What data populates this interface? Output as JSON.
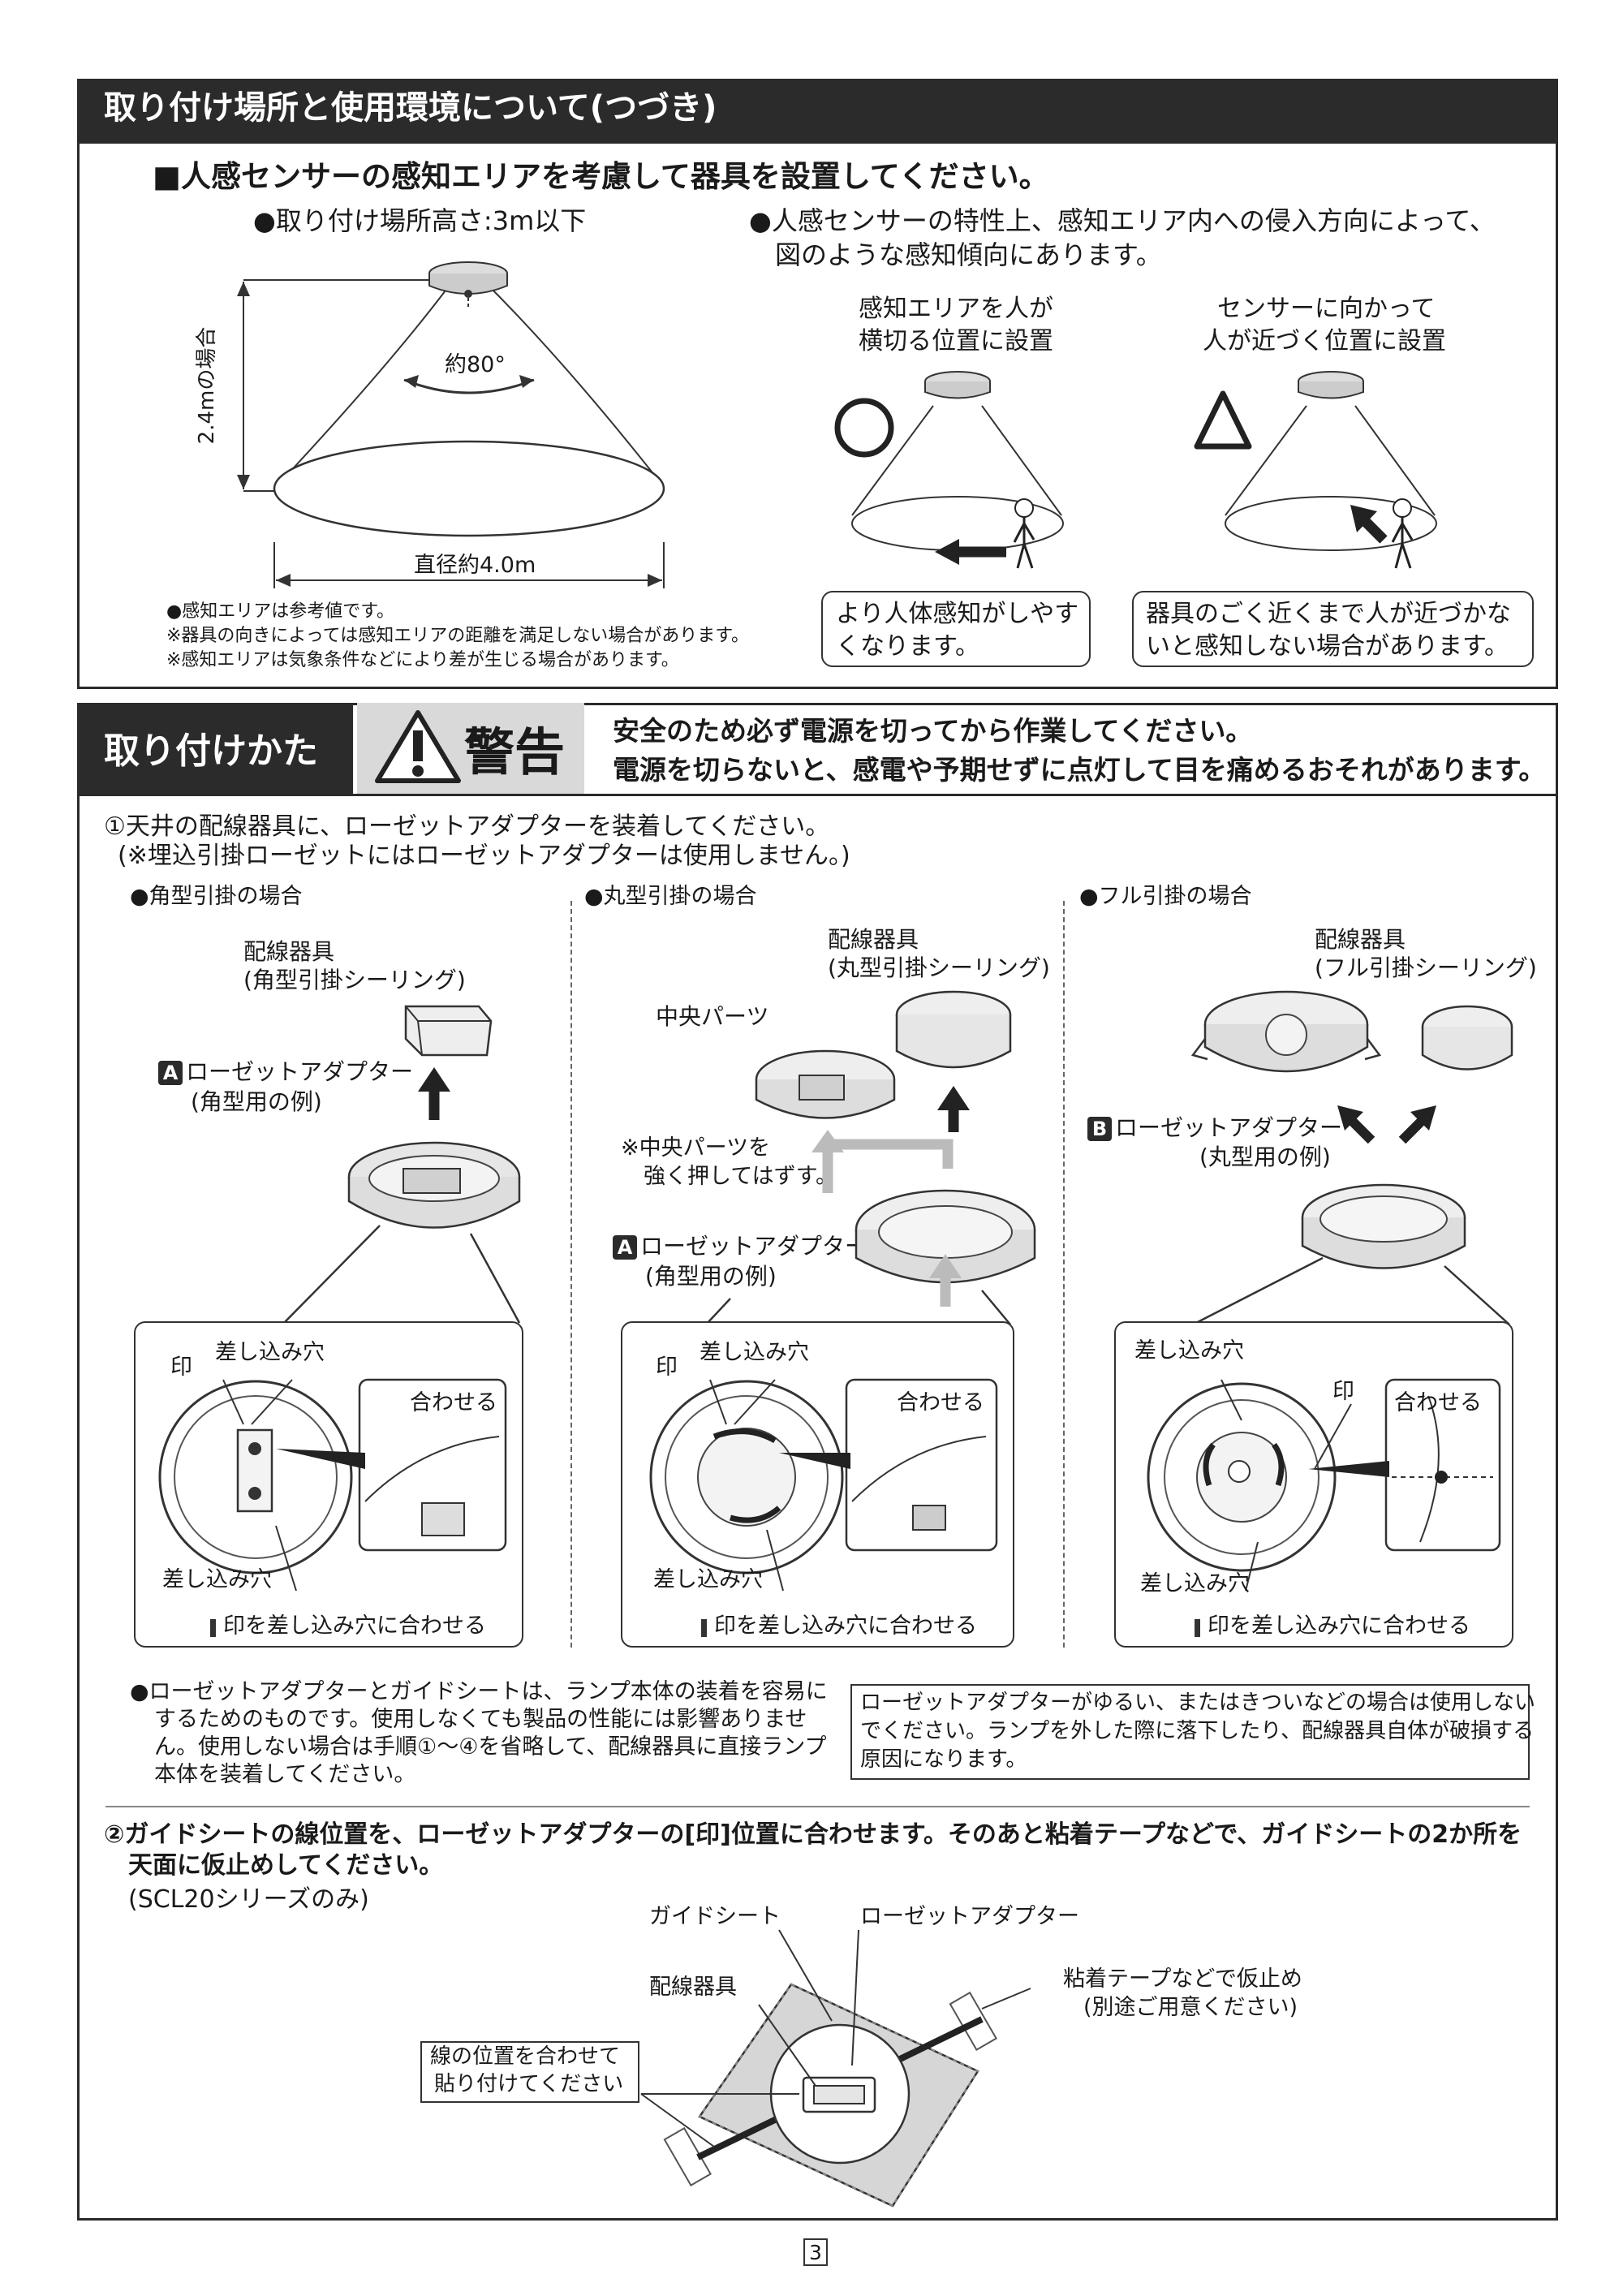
{
  "section1": {
    "title": "取り付け場所と使用環境について(つづき)",
    "subtitle": "■人感センサーの感知エリアを考慮して器具を設置してください。",
    "height_note": "●取り付け場所高さ:3m以下",
    "tendency_line1": "●人感センサーの特性上、感知エリア内への侵入方向によって、",
    "tendency_line2": "図のような感知傾向にあります。",
    "angle_label": "約80°",
    "height_label": "2.4mの場合",
    "diameter_label": "直径約4.0m",
    "notes": [
      "●感知エリアは参考値です。",
      "※器具の向きによっては感知エリアの距離を満足しない場合があります。",
      "※感知エリアは気象条件などにより差が生じる場合があります。"
    ],
    "case_cross": {
      "caption_line1": "感知エリアを人が",
      "caption_line2": "横切る位置に設置",
      "mark": "○",
      "bubble_line1": "より人体感知がしやす",
      "bubble_line2": "くなります。"
    },
    "case_approach": {
      "caption_line1": "センサーに向かって",
      "caption_line2": "人が近づく位置に設置",
      "mark": "△",
      "bubble_line1": "器具のごく近くまで人が近づかな",
      "bubble_line2": "いと感知しない場合があります。"
    }
  },
  "section2": {
    "title": "取り付けかた",
    "warning_label": "警告",
    "warning_line1": "安全のため必ず電源を切ってから作業してください。",
    "warning_line2": "電源を切らないと、感電や予期せずに点灯して目を痛めるおそれがあります。",
    "step1_line1": "①天井の配線器具に、ローゼットアダプターを装着してください。",
    "step1_line2": "(※埋込引掛ローゼットにはローゼットアダプターは使用しません。)",
    "col1": {
      "heading": "●角型引掛の場合",
      "fixture_line1": "配線器具",
      "fixture_line2": "(角型引掛シーリング)",
      "badge": "A",
      "adapter_line1": "ローゼットアダプター",
      "adapter_line2": "(角型用の例)",
      "mark_label": "印",
      "slot_top": "差し込み穴",
      "slot_bottom": "差し込み穴",
      "align_label": "合わせる",
      "footer": "印を差し込み穴に合わせる"
    },
    "col2": {
      "heading": "●丸型引掛の場合",
      "fixture_line1": "配線器具",
      "fixture_line2": "(丸型引掛シーリング)",
      "center_part": "中央パーツ",
      "press_line1": "※中央パーツを",
      "press_line2": "強く押してはずす。",
      "badge": "A",
      "adapter_line1": "ローゼットアダプター",
      "adapter_line2": "(角型用の例)",
      "mark_label": "印",
      "slot_top": "差し込み穴",
      "slot_bottom": "差し込み穴",
      "align_label": "合わせる",
      "footer": "印を差し込み穴に合わせる"
    },
    "col3": {
      "heading": "●フル引掛の場合",
      "fixture_line1": "配線器具",
      "fixture_line2": "(フル引掛シーリング)",
      "badge": "B",
      "adapter_line1": "ローゼットアダプター",
      "adapter_line2": "(丸型用の例)",
      "mark_label": "印",
      "slot_top": "差し込み穴",
      "slot_bottom": "差し込み穴",
      "align_label": "合わせる",
      "footer": "印を差し込み穴に合わせる"
    },
    "note_left": [
      "●ローゼットアダプターとガイドシートは、ランプ本体の装着を容易に",
      "するためのものです。使用しなくても製品の性能には影響ありませ",
      "ん。使用しない場合は手順①〜④を省略して、配線器具に直接ランプ",
      "本体を装着してください。"
    ],
    "note_right": [
      "ローゼットアダプターがゆるい、またはきついなどの場合は使用しない",
      "でください。ランプを外した際に落下したり、配線器具自体が破損する",
      "原因になります。"
    ],
    "step2_line1": "②ガイドシートの線位置を、ローゼットアダプターの[印]位置に合わせます。そのあと粘着テープなどで、ガイドシートの2か所を",
    "step2_line2": "天面に仮止めしてください。",
    "step2_line3": "(SCL20シリーズのみ)",
    "guide_sheet": "ガイドシート",
    "rosette_adapter": "ローゼットアダプター",
    "wiring_fixture": "配線器具",
    "tape_line1": "粘着テープなどで仮止め",
    "tape_line2": "(別途ご用意ください)",
    "align_box_line1": "線の位置を合わせて",
    "align_box_line2": "貼り付けてください"
  },
  "page_number": "3"
}
